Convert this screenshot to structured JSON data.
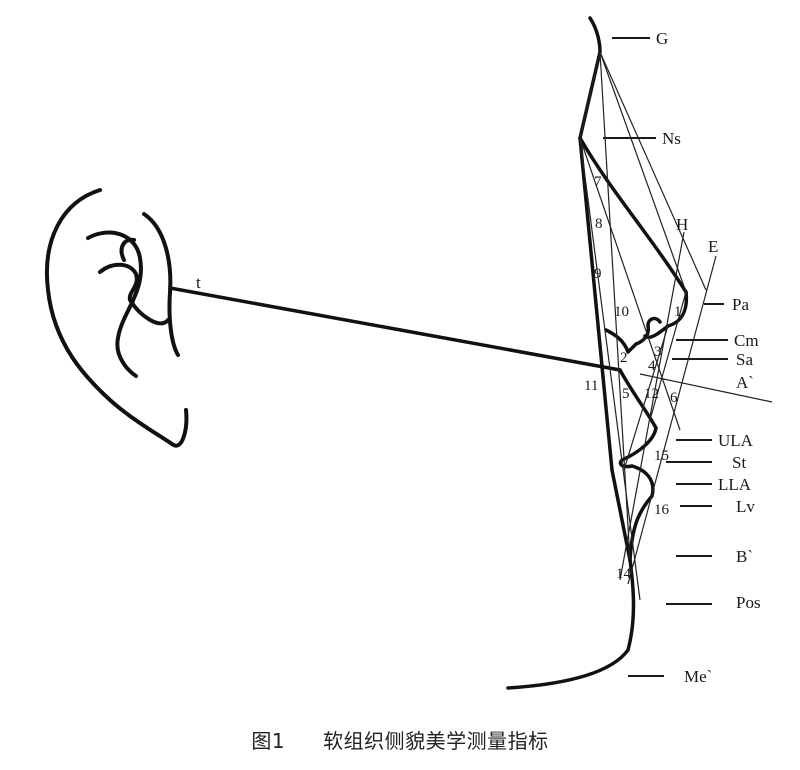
{
  "figure": {
    "number": "图1",
    "title": "软组织侧貌美学测量指标"
  },
  "landmarks": {
    "G": "G",
    "Ns": "Ns",
    "H": "H",
    "E": "E",
    "Pa": "Pa",
    "Cm": "Cm",
    "Sa": "Sa",
    "A": "A`",
    "ULA": "ULA",
    "St": "St",
    "LLA": "LLA",
    "Lv": "Lv",
    "B": "B`",
    "Pos": "Pos",
    "Me": "Me`",
    "t": "t"
  },
  "angles": {
    "a1": "1",
    "a2": "2",
    "a3": "3",
    "a4": "4",
    "a5": "5",
    "a6": "6",
    "a7": "7",
    "a8": "8",
    "a9": "9",
    "a10": "10",
    "a11": "11",
    "a12": "12",
    "a14": "14",
    "a15": "15",
    "a16": "16"
  },
  "colors": {
    "ink": "#111111",
    "background": "#ffffff"
  }
}
